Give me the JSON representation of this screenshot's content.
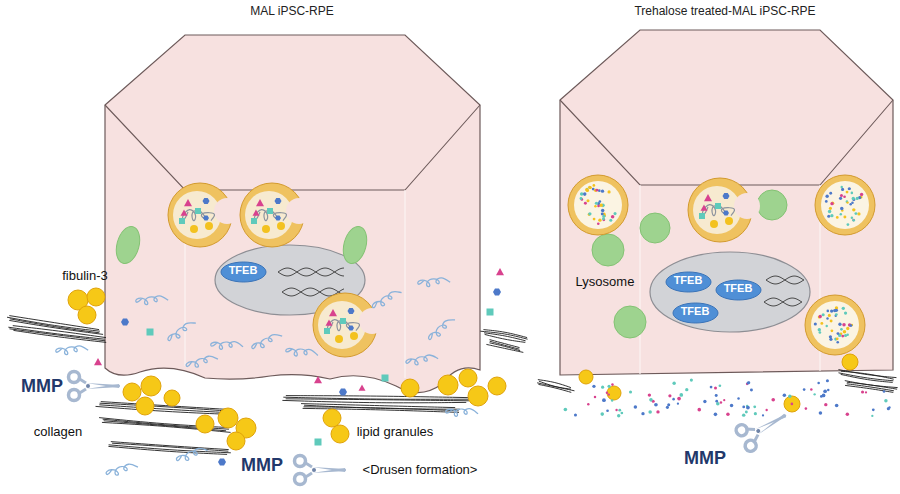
{
  "diagram": {
    "nodes": [
      {
        "text": [
          "TFEB"
        ]
      },
      {
        "text": [
          "TFEB"
        ]
      },
      {
        "text": [
          "TFEB"
        ]
      },
      {
        "text": [
          "TFEB"
        ]
      }
    ],
    "labels": [
      "MAL iPSC-RPE",
      "Trehalose treated-MAL iPSC-RPE",
      "fibulin-3",
      "MMP",
      "collagen",
      "lipid granules",
      "MMP",
      "<Drusen formation>",
      "Lysosome",
      "MMP"
    ]
  }
}
